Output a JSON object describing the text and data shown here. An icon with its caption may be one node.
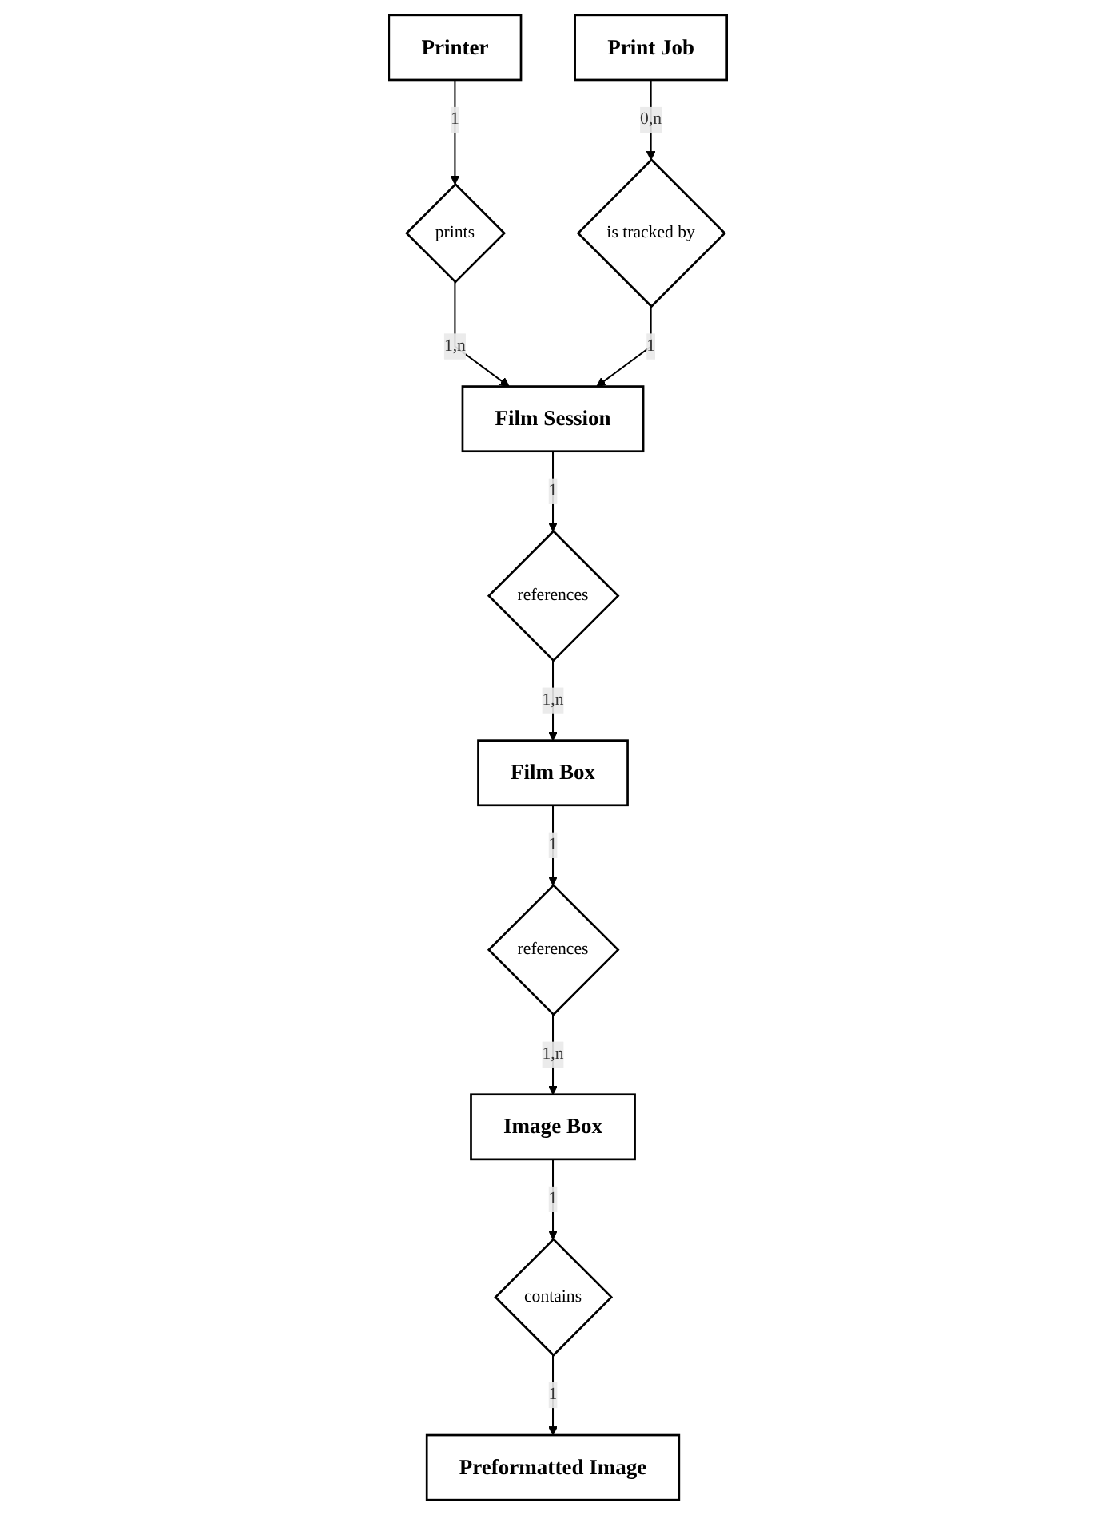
{
  "diagram": {
    "nodes": [
      {
        "text": [
          "Printer"
        ]
      },
      {
        "text": [
          "prints"
        ]
      },
      {
        "text": [
          "Film Session"
        ]
      },
      {
        "text": [
          "Print Job"
        ]
      },
      {
        "text": [
          "is tracked by"
        ]
      },
      {
        "text": [
          "references"
        ]
      },
      {
        "text": [
          "Film Box"
        ]
      },
      {
        "text": [
          "references"
        ]
      },
      {
        "text": [
          "Image Box"
        ]
      },
      {
        "text": [
          "contains"
        ]
      },
      {
        "text": [
          "Preformatted Image"
        ]
      }
    ],
    "edges": [
      {
        "from": 0,
        "to": 1,
        "arrow": "to",
        "label": "1"
      },
      {
        "from": 1,
        "to": 2,
        "arrow": "to",
        "label": "1,n"
      },
      {
        "from": 3,
        "to": 4,
        "arrow": "to",
        "label": "0,n"
      },
      {
        "from": 4,
        "to": 2,
        "arrow": "to",
        "label": "1"
      },
      {
        "from": 2,
        "to": 5,
        "arrow": "to",
        "label": "1"
      },
      {
        "from": 5,
        "to": 6,
        "arrow": "to",
        "label": "1,n"
      },
      {
        "from": 6,
        "to": 7,
        "arrow": "to",
        "label": "1"
      },
      {
        "from": 7,
        "to": 8,
        "arrow": "to",
        "label": "1,n"
      },
      {
        "from": 8,
        "to": 9,
        "arrow": "to",
        "label": "1"
      },
      {
        "from": 9,
        "to": 10,
        "arrow": "to",
        "label": "1"
      }
    ]
  }
}
